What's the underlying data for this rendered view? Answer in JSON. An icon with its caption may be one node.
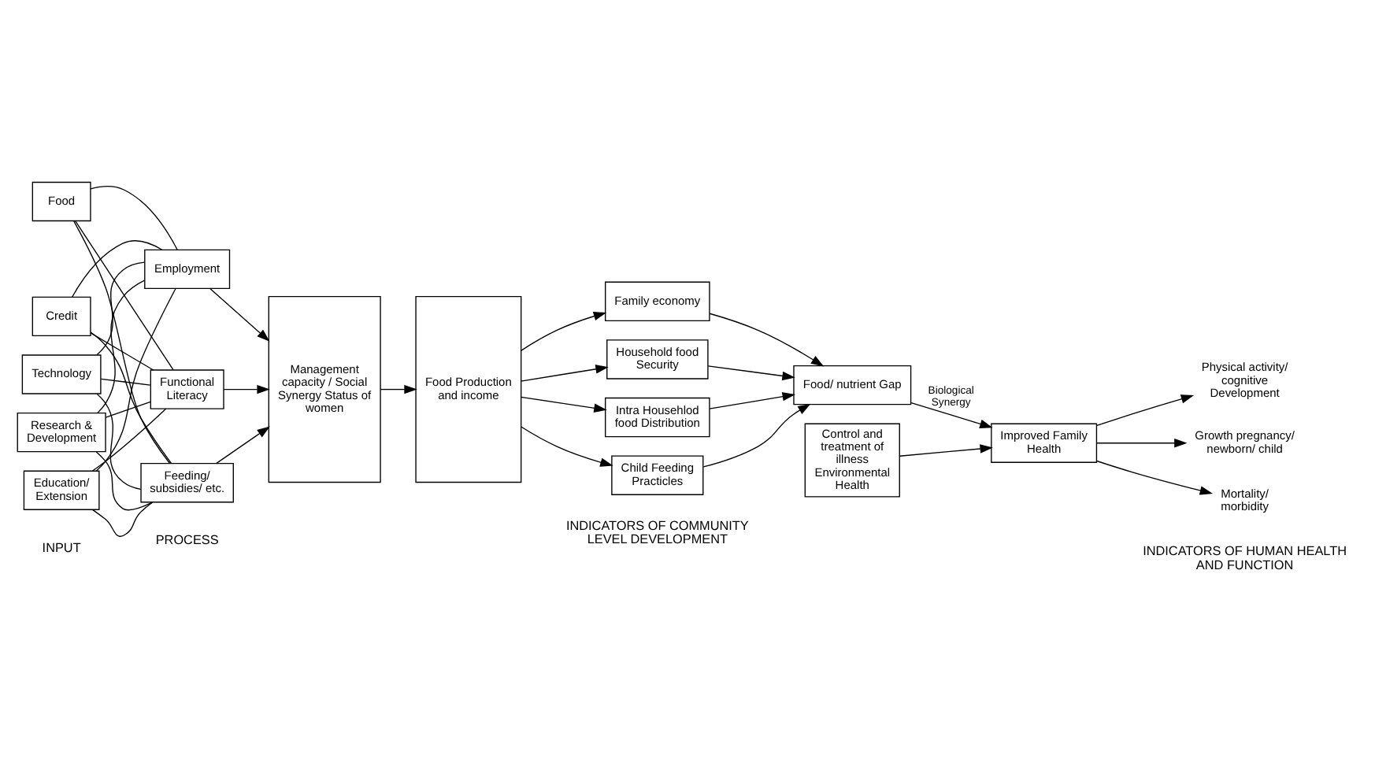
{
  "diagram": {
    "nodes": [
      {
        "text": [
          "Food"
        ]
      },
      {
        "text": [
          "Technology"
        ]
      },
      {
        "text": [
          "Credit"
        ]
      },
      {
        "text": [
          "Education/ Extension"
        ]
      },
      {
        "text": [
          "Research & Development"
        ]
      },
      {
        "text": [
          "Feeding/ subsidies/ etc."
        ]
      },
      {
        "text": [
          "Employment"
        ]
      },
      {
        "text": [
          "Functional Literacy"
        ]
      },
      {
        "text": [
          "Management capacity / Social Synergy Status of women"
        ]
      },
      {
        "text": [
          "Food Production and income"
        ]
      },
      {
        "text": [
          "Family economy"
        ]
      },
      {
        "text": [
          "Household food Security"
        ]
      },
      {
        "text": [
          "Intra Househlod food Distribution"
        ]
      },
      {
        "text": [
          "Child Feeding Practicles"
        ]
      },
      {
        "text": [
          "Food/ nutrient Gap"
        ]
      },
      {
        "text": [
          "Improved Family Health"
        ]
      },
      {
        "text": [
          "Control and treatment of illness Environmental Health"
        ]
      },
      {
        "text": [
          "Physical activity/ cognitive Development"
        ]
      },
      {
        "text": [
          "Growth pregnancy/ newborn/ child"
        ]
      },
      {
        "text": [
          "Mortality/ morbidity"
        ]
      }
    ],
    "edges": [
      {
        "from": 0,
        "to": 5,
        "arrow": "none"
      },
      {
        "from": 0,
        "to": 6,
        "arrow": "none"
      },
      {
        "from": 0,
        "to": 7,
        "arrow": "none"
      },
      {
        "from": 1,
        "to": 5,
        "arrow": "none"
      },
      {
        "from": 1,
        "to": 6,
        "arrow": "none"
      },
      {
        "from": 1,
        "to": 7,
        "arrow": "none"
      },
      {
        "from": 2,
        "to": 5,
        "arrow": "none"
      },
      {
        "from": 2,
        "to": 6,
        "arrow": "none"
      },
      {
        "from": 2,
        "to": 7,
        "arrow": "none"
      },
      {
        "from": 3,
        "to": 5,
        "arrow": "none"
      },
      {
        "from": 3,
        "to": 6,
        "arrow": "none"
      },
      {
        "from": 3,
        "to": 7,
        "arrow": "none"
      },
      {
        "from": 4,
        "to": 5,
        "arrow": "none"
      },
      {
        "from": 4,
        "to": 6,
        "arrow": "none"
      },
      {
        "from": 4,
        "to": 7,
        "arrow": "none"
      },
      {
        "from": 5,
        "to": 8,
        "arrow": "to"
      },
      {
        "from": 6,
        "to": 8,
        "arrow": "to"
      },
      {
        "from": 7,
        "to": 8,
        "arrow": "to"
      },
      {
        "from": 8,
        "to": 9,
        "arrow": "to"
      },
      {
        "from": 9,
        "to": 10,
        "arrow": "to"
      },
      {
        "from": 9,
        "to": 11,
        "arrow": "to"
      },
      {
        "from": 9,
        "to": 12,
        "arrow": "to"
      },
      {
        "from": 9,
        "to": 13,
        "arrow": "to"
      },
      {
        "from": 10,
        "to": 14,
        "arrow": "to"
      },
      {
        "from": 11,
        "to": 14,
        "arrow": "to"
      },
      {
        "from": 12,
        "to": 14,
        "arrow": "to"
      },
      {
        "from": 13,
        "to": 14,
        "arrow": "to"
      },
      {
        "from": 14,
        "to": 15,
        "label": "Biological Synergy",
        "arrow": "to"
      },
      {
        "from": 16,
        "to": 15,
        "arrow": "to"
      },
      {
        "from": 15,
        "to": 17,
        "arrow": "to"
      },
      {
        "from": 15,
        "to": 18,
        "arrow": "to"
      },
      {
        "from": 15,
        "to": 19,
        "arrow": "to"
      }
    ],
    "labels": [
      "INPUT",
      "PROCESS",
      "INDICATORS OF COMMUNITY LEVEL DEVELOPMENT",
      "INDICATORS OF HUMAN HEALTH AND FUNCTION"
    ]
  }
}
